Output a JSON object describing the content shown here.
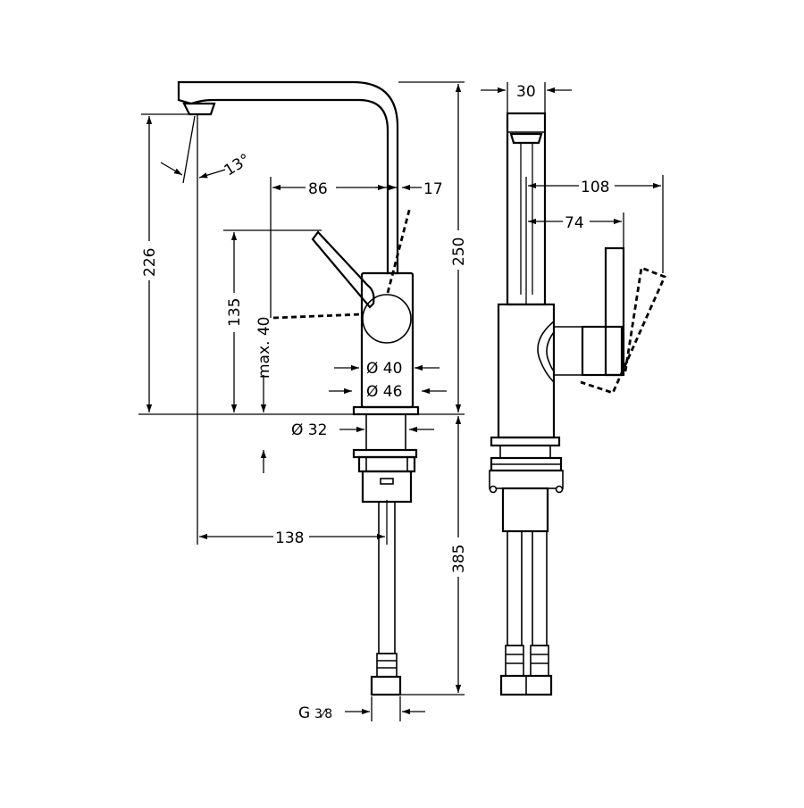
{
  "diagram": {
    "dimensions": {
      "d30": "30",
      "d13deg": "13°",
      "d86": "86",
      "d17": "17",
      "d108": "108",
      "d74": "74",
      "d226": "226",
      "d250": "250",
      "d135": "135",
      "dmax40": "max. 40",
      "dia40": "Ø 40",
      "dia46": "Ø 46",
      "dia32": "Ø 32",
      "d138": "138",
      "d385": "385",
      "thread_g": "G",
      "thread_frac": "3⁄8"
    }
  }
}
